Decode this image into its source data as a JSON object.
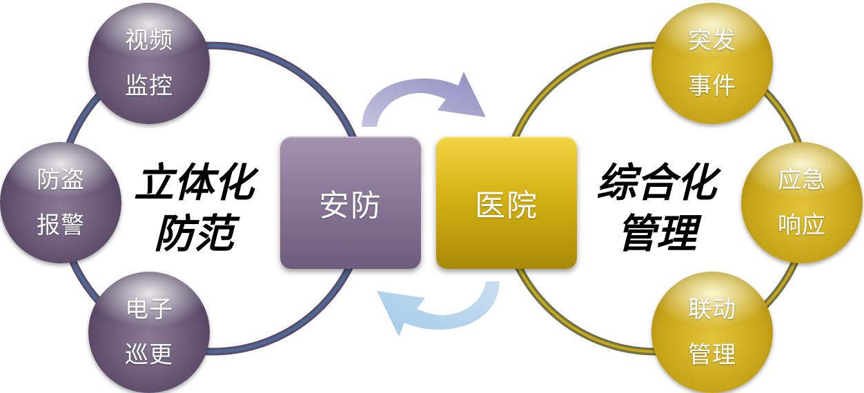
{
  "left_group": {
    "title_line1": "立体化",
    "title_line2": "防范",
    "items": [
      {
        "line1": "视频",
        "line2": "监控"
      },
      {
        "line1": "防盗",
        "line2": "报警"
      },
      {
        "line1": "电子",
        "line2": "巡更"
      }
    ]
  },
  "right_group": {
    "title_line1": "综合化",
    "title_line2": "管理",
    "items": [
      {
        "line1": "突发",
        "line2": "事件"
      },
      {
        "line1": "应急",
        "line2": "响应"
      },
      {
        "line1": "联动",
        "line2": "管理"
      }
    ]
  },
  "center": {
    "left_box": "安防",
    "right_box": "医院"
  },
  "colors": {
    "purple": "#7d6b8d",
    "gold": "#cfae18",
    "ring_left": "#4a5f8c",
    "ring_right": "#6e7048",
    "arrow_top": "#a3a2cc",
    "arrow_bottom": "#b8d6ec"
  }
}
